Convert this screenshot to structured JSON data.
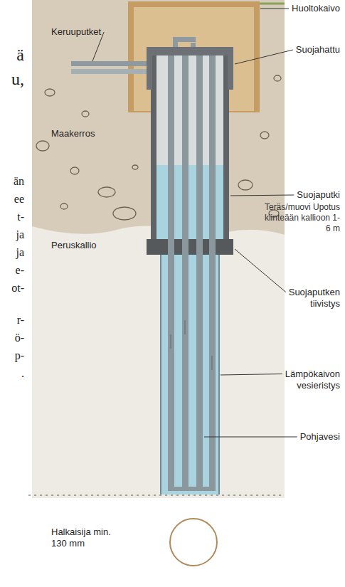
{
  "diagram": {
    "labels": [
      "Huoltokaivo",
      "Keruuputket",
      "Suojahattu",
      "Maakerros",
      "Suojaputki",
      "Teräs/muovi Upotus kiinteään kallioon 1-6 m",
      "Peruskallio",
      "Suojaputken tiivistys",
      "Lämpökaivon vesieristys",
      "Pohjavesi",
      "Halkaisija min. 130 mm",
      "ä",
      "u,",
      "än",
      "ee",
      "t-",
      "ja",
      "ja",
      "e-",
      "ot-",
      "r-",
      "ö-",
      "p-",
      "."
    ]
  }
}
